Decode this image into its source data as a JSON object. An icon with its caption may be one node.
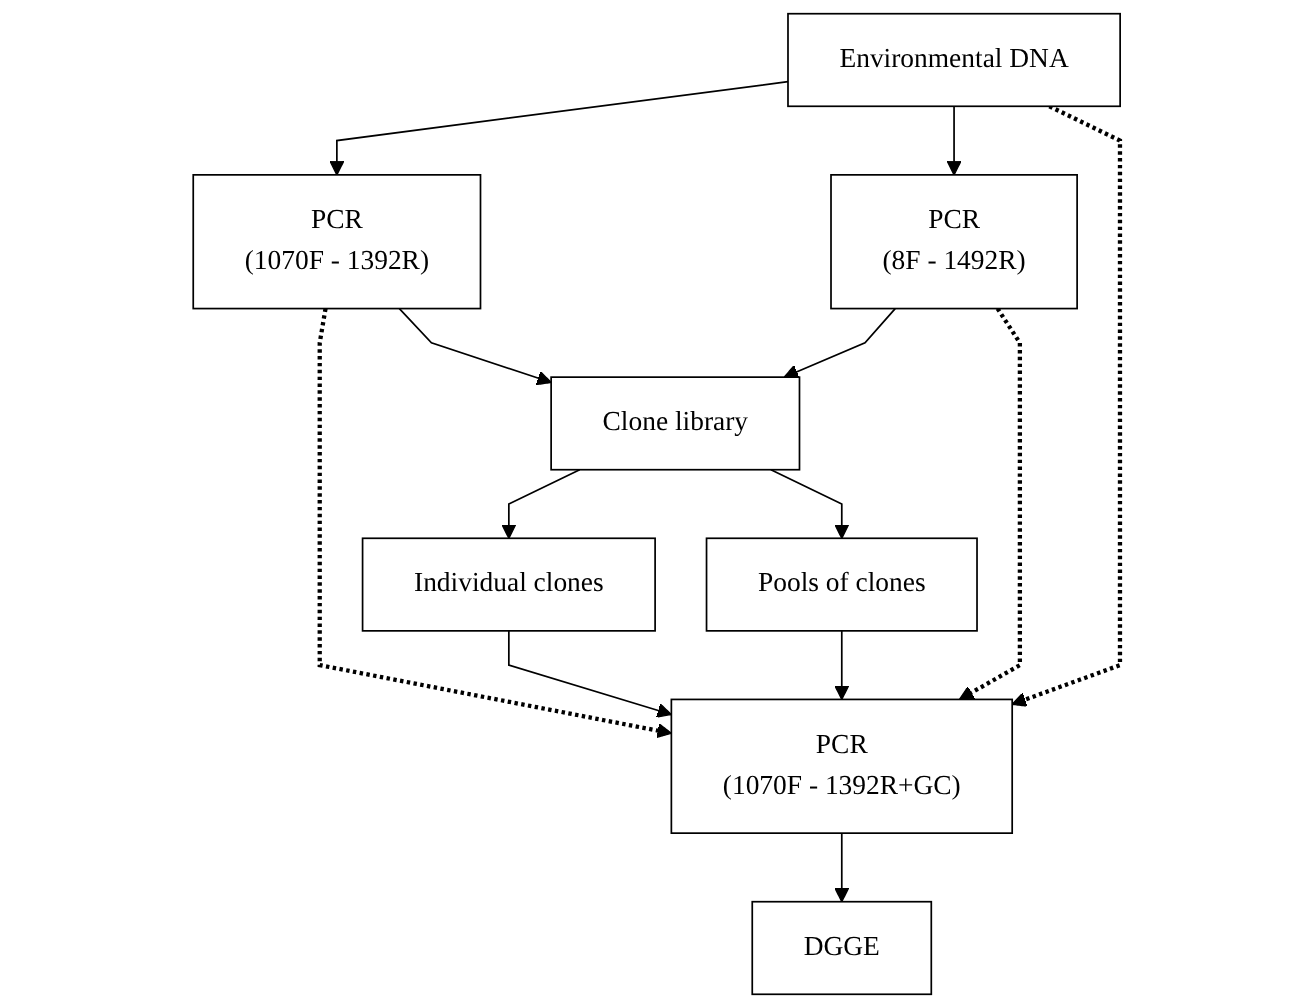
{
  "diagram": {
    "nodes": [
      {
        "text": [
          "Environmental DNA"
        ]
      },
      {
        "text": [
          "PCR",
          "(1070F - 1392R)"
        ]
      },
      {
        "text": [
          "PCR",
          "(8F - 1492R)"
        ]
      },
      {
        "text": [
          "Clone library"
        ]
      },
      {
        "text": [
          "Individual clones"
        ]
      },
      {
        "text": [
          "Pools of clones"
        ]
      },
      {
        "text": [
          "PCR",
          "(1070F - 1392R+GC)"
        ]
      },
      {
        "text": [
          "DGGE"
        ]
      }
    ],
    "edges": [
      {
        "from": 0,
        "to": 1,
        "arrow": "to"
      },
      {
        "from": 0,
        "to": 2,
        "arrow": "to"
      },
      {
        "from": 0,
        "to": 6,
        "arrow": "to",
        "style": "dashed"
      },
      {
        "from": 1,
        "to": 6,
        "arrow": "to",
        "style": "dashed"
      },
      {
        "from": 1,
        "to": 3,
        "arrow": "to"
      },
      {
        "from": 2,
        "to": 3,
        "arrow": "to"
      },
      {
        "from": 2,
        "to": 6,
        "arrow": "to",
        "style": "dashed"
      },
      {
        "from": 3,
        "to": 4,
        "arrow": "to"
      },
      {
        "from": 3,
        "to": 5,
        "arrow": "to"
      },
      {
        "from": 4,
        "to": 6,
        "arrow": "to"
      },
      {
        "from": 5,
        "to": 6,
        "arrow": "to"
      },
      {
        "from": 6,
        "to": 7,
        "arrow": "to"
      }
    ]
  }
}
